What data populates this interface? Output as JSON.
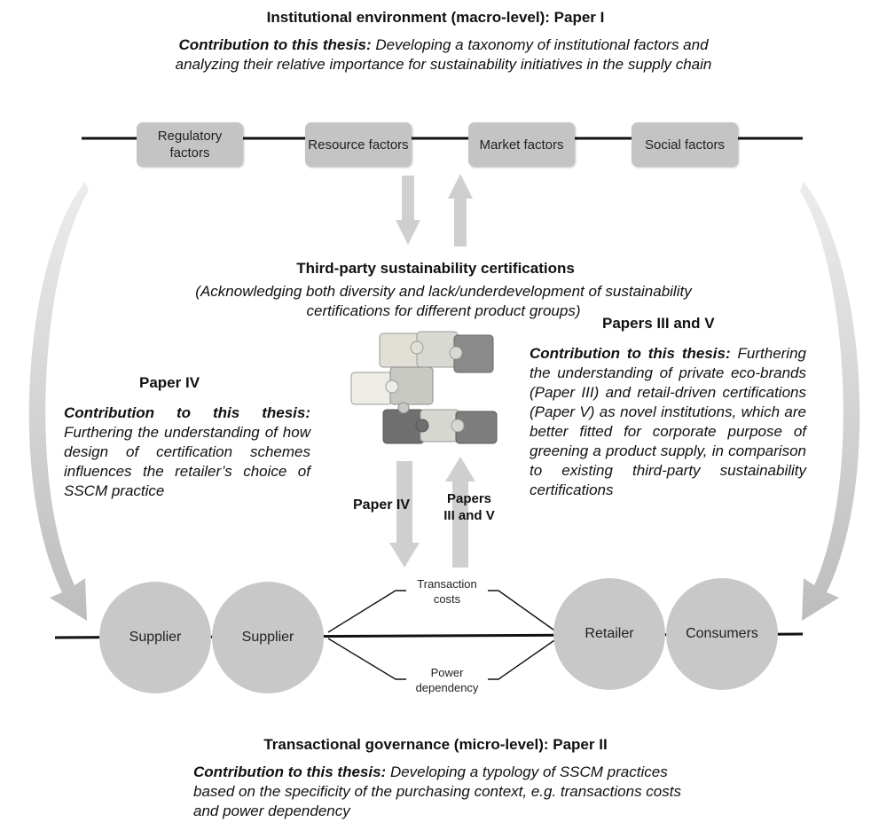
{
  "macro": {
    "title": "Institutional environment (macro-level): Paper I",
    "contribution_label": "Contribution to this thesis:",
    "contribution_text": "Developing a taxonomy of institutional factors and analyzing their relative importance for sustainability initiatives in the supply chain"
  },
  "factors": [
    {
      "label": "Regulatory factors"
    },
    {
      "label": "Resource factors"
    },
    {
      "label": "Market factors"
    },
    {
      "label": "Social factors"
    }
  ],
  "certifications": {
    "title": "Third-party sustainability certifications",
    "subtitle": "(Acknowledging  both diversity and lack/underdevelopment of sustainability certifications for different product groups)"
  },
  "paper_iv": {
    "title": "Paper IV",
    "contribution_label": "Contribution to this thesis:",
    "contribution_text": "Furthering the understanding of how design of certification schemes influences the retailer’s choice of SSCM practice"
  },
  "papers_iii_v": {
    "title": "Papers III and V",
    "contribution_label": "Contribution to this thesis:",
    "contribution_text": "Furthering the understanding of private eco-brands (Paper III) and retail-driven certifications (Paper V) as novel institutions, which are better fitted for corporate purpose of greening a product supply, in comparison to existing third-party sustainability certifications"
  },
  "arrow_labels": {
    "down": "Paper IV",
    "up": "Papers III and V"
  },
  "actors": [
    {
      "label": "Supplier"
    },
    {
      "label": "Supplier"
    },
    {
      "label": "Retailer"
    },
    {
      "label": "Consumers"
    }
  ],
  "links": {
    "top": "Transaction costs",
    "bottom": "Power dependency"
  },
  "micro": {
    "title": "Transactional governance (micro-level): Paper II",
    "contribution_label": "Contribution to this thesis:",
    "contribution_text": "Developing a typology of SSCM practices based on the specificity of the purchasing context, e.g. transactions costs and power dependency"
  },
  "colors": {
    "box": "#c4c4c4",
    "actor": "#c8c8c8",
    "arrow": "#cfcfcf",
    "line": "#111111"
  }
}
